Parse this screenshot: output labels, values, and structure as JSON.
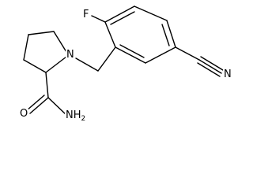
{
  "molecule": {
    "atoms": {
      "fluorine": "F",
      "ring_nitrogen": "N",
      "nitrile_nitrogen": "N",
      "amide_oxygen": "O",
      "amide_nh": "NH",
      "amide_h_count": "2"
    }
  }
}
